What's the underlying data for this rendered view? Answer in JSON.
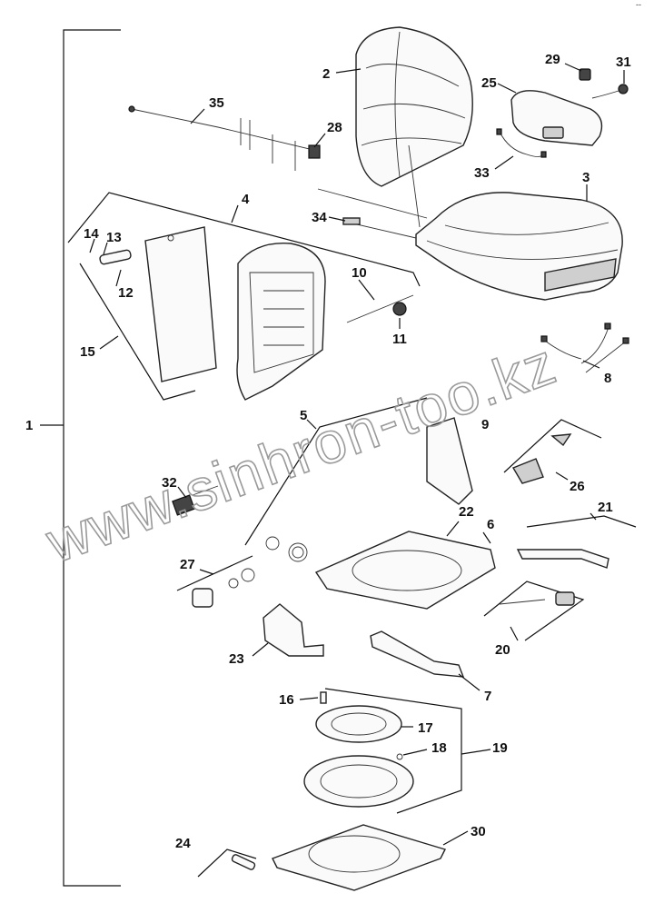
{
  "corner_mark": "--",
  "watermark": "www.sinhron-too.kz",
  "callouts": {
    "c1": "1",
    "c2": "2",
    "c3": "3",
    "c4": "4",
    "c5": "5",
    "c6": "6",
    "c7": "7",
    "c8": "8",
    "c9": "9",
    "c10": "10",
    "c11": "11",
    "c12": "12",
    "c13": "13",
    "c14": "14",
    "c15": "15",
    "c16": "16",
    "c17": "17",
    "c18": "18",
    "c19": "19",
    "c20": "20",
    "c21": "21",
    "c22": "22",
    "c23": "23",
    "c24": "24",
    "c25": "25",
    "c26": "26",
    "c27": "27",
    "c28": "28",
    "c29": "29",
    "c30": "30",
    "c31": "31",
    "c32": "32",
    "c33": "33",
    "c34": "34",
    "c35": "35"
  }
}
